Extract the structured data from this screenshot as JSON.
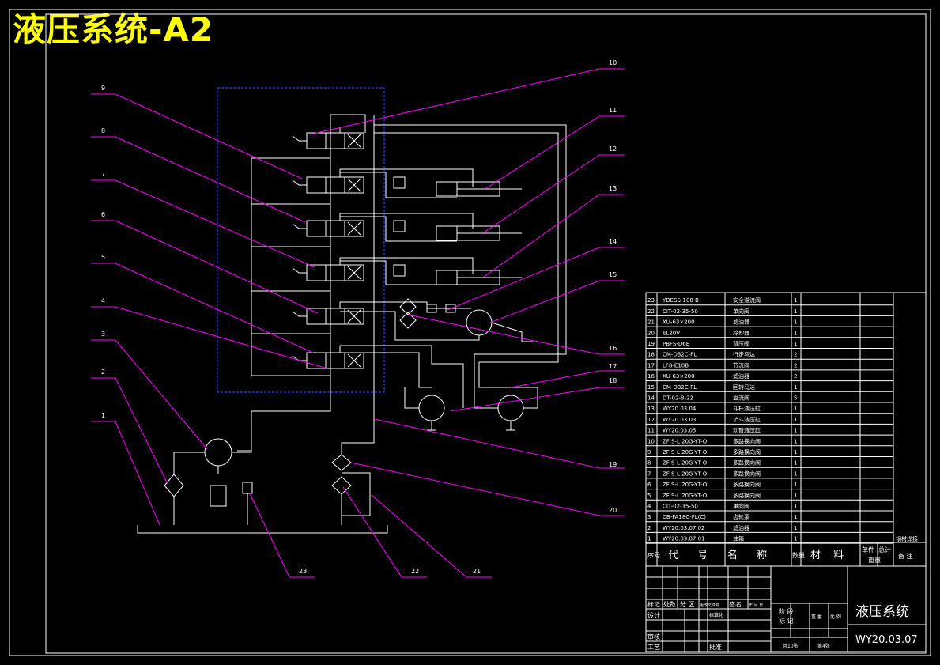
{
  "header": {
    "title": "液压系统-A2"
  },
  "callouts": [
    "1",
    "2",
    "3",
    "4",
    "5",
    "6",
    "7",
    "8",
    "9",
    "10",
    "11",
    "12",
    "13",
    "14",
    "15",
    "16",
    "17",
    "18",
    "19",
    "20",
    "21",
    "22",
    "23"
  ],
  "bom": [
    {
      "no": "23",
      "code": "YDESS-108-B",
      "name": "安全溢流阀",
      "qty": "1"
    },
    {
      "no": "22",
      "code": "CIT-02-35-50",
      "name": "单向阀",
      "qty": "1"
    },
    {
      "no": "21",
      "code": "XU-63×200",
      "name": "滤油器",
      "qty": "1"
    },
    {
      "no": "20",
      "code": "EL20V",
      "name": "冷却器",
      "qty": "1"
    },
    {
      "no": "19",
      "code": "PBFS-D6B",
      "name": "背压阀",
      "qty": "1"
    },
    {
      "no": "18",
      "code": "CM-D32C-FL",
      "name": "行走马达",
      "qty": "2"
    },
    {
      "no": "17",
      "code": "LF8-E10B",
      "name": "节流阀",
      "qty": "2"
    },
    {
      "no": "16",
      "code": "XU-63×200",
      "name": "滤油器",
      "qty": "2"
    },
    {
      "no": "15",
      "code": "CM-D32C-FL",
      "name": "回转马达",
      "qty": "1"
    },
    {
      "no": "14",
      "code": "DT-02-B-22",
      "name": "溢流阀",
      "qty": "5"
    },
    {
      "no": "13",
      "code": "WY20.03.04",
      "name": "斗杆液压缸",
      "qty": "1"
    },
    {
      "no": "12",
      "code": "WY20.03.03",
      "name": "铲斗液压缸",
      "qty": "1"
    },
    {
      "no": "11",
      "code": "WY20.03.05",
      "name": "动臂液压缸",
      "qty": "1"
    },
    {
      "no": "10",
      "code": "ZF S-L 20G-YT-O",
      "name": "多路换向阀",
      "qty": "1"
    },
    {
      "no": "9",
      "code": "ZF S-L 20G-YT-O",
      "name": "多路换向阀",
      "qty": "1"
    },
    {
      "no": "8",
      "code": "ZF S-L 20G-YT-O",
      "name": "多路换向阀",
      "qty": "1"
    },
    {
      "no": "7",
      "code": "ZF S-L 20G-YT-O",
      "name": "多路换向阀",
      "qty": "1"
    },
    {
      "no": "6",
      "code": "ZF S-L 20G-YT-O",
      "name": "多路换向阀",
      "qty": "1"
    },
    {
      "no": "5",
      "code": "ZF S-L 20G-YT-O",
      "name": "多路换向阀",
      "qty": "1"
    },
    {
      "no": "4",
      "code": "CIT-02-35-50",
      "name": "单向阀",
      "qty": "1"
    },
    {
      "no": "3",
      "code": "CB-FA18C-FL(C)",
      "name": "齿轮泵",
      "qty": "1"
    },
    {
      "no": "2",
      "code": "WY20.03.07.02",
      "name": "滤油器",
      "qty": "1"
    },
    {
      "no": "1",
      "code": "WY20.03.07.01",
      "name": "油箱",
      "qty": "1"
    }
  ],
  "bom_header": {
    "no": "序号",
    "code": "代 号",
    "name": "名 称",
    "qty": "数量",
    "material": "材 料",
    "unit_weight": "单件",
    "total_weight": "总计",
    "weight": "重量",
    "remark": "备 注",
    "extra": "钢材焊接"
  },
  "title_block": {
    "drawing_name": "液压系统",
    "drawing_no": "WY20.03.07",
    "mark": "标记",
    "count": "处数",
    "zone": "分 区",
    "change_doc": "更改文件号",
    "sign": "签名",
    "date": "年 月 日",
    "design": "设计",
    "standard": "标准化",
    "review": "审核",
    "process": "工艺",
    "approve": "批准",
    "stage": "阶 段",
    "stage_mark": "标 记",
    "weight": "重 量",
    "scale": "比 例",
    "sheets_total": "共10张",
    "sheet_no": "第4张"
  },
  "colors": {
    "lines": "#ffffff",
    "leaders": "#ff00ff",
    "boundary": "#0000ff",
    "title": "#ffff00",
    "background": "#000000"
  }
}
